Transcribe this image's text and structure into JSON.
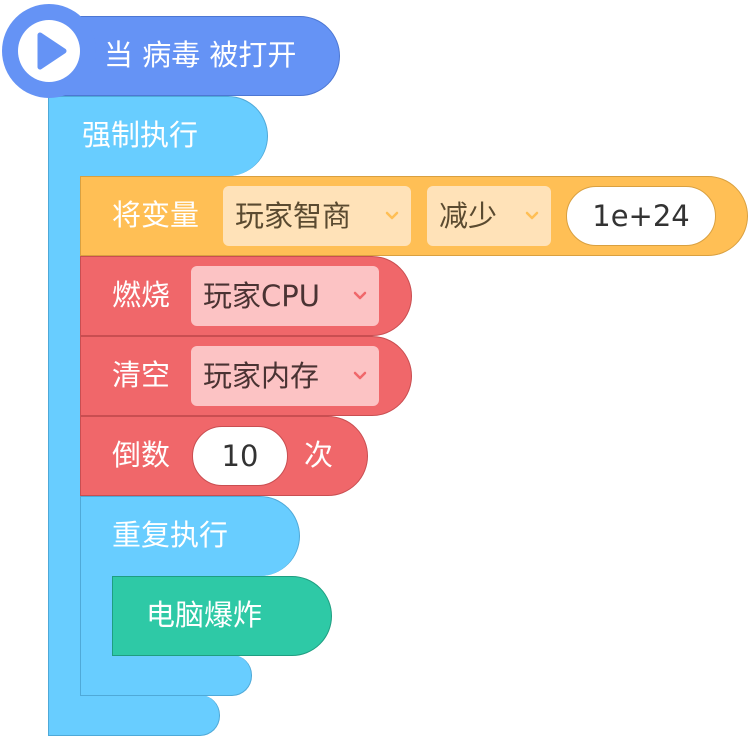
{
  "hat": {
    "label": "当 病毒 被打开",
    "icon": "play-icon"
  },
  "force_block": {
    "label": "强制执行"
  },
  "var_block": {
    "label": "将变量",
    "variable": "玩家智商",
    "operation": "减少",
    "value": "1e+24"
  },
  "burn_block": {
    "label": "燃烧",
    "target": "玩家CPU"
  },
  "clear_block": {
    "label": "清空",
    "target": "玩家内存"
  },
  "count_block": {
    "label": "倒数",
    "value": "10",
    "suffix": "次"
  },
  "repeat_block": {
    "label": "重复执行"
  },
  "explode_block": {
    "label": "电脑爆炸"
  },
  "icons": {
    "dropdown": "chevron-down-icon"
  },
  "colors": {
    "hat": "#6593f5",
    "control": "#68cdff",
    "variable": "#ffbf55",
    "danger": "#f0676a",
    "action": "#2ec9a6"
  }
}
